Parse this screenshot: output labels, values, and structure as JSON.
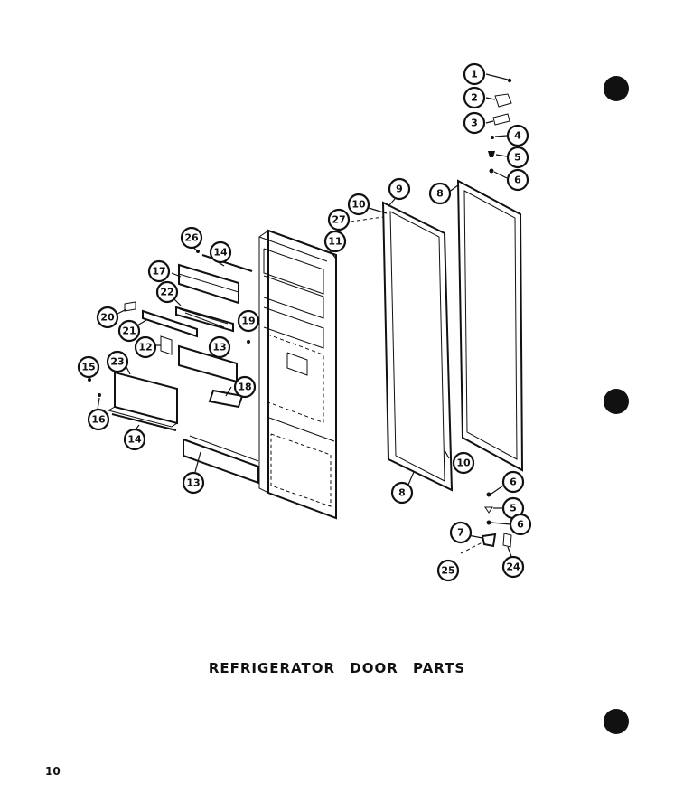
{
  "caption": "REFRIGERATOR DOOR PARTS",
  "page_number": "10",
  "callouts": {
    "c1": "1",
    "c2": "2",
    "c3": "3",
    "c4": "4",
    "c5a": "5",
    "c6a": "6",
    "c8a": "8",
    "c9": "9",
    "c10a": "10",
    "c27": "27",
    "c11": "11",
    "c26": "26",
    "c14a": "14",
    "c17": "17",
    "c22": "22",
    "c20": "20",
    "c21": "21",
    "c19": "19",
    "c12": "12",
    "c13a": "13",
    "c15": "15",
    "c23": "23",
    "c18": "18",
    "c16": "16",
    "c14b": "14",
    "c13b": "13",
    "c10b": "10",
    "c8b": "8",
    "c6b": "6",
    "c5b": "5",
    "c6c": "6",
    "c7": "7",
    "c25": "25",
    "c24": "24"
  }
}
